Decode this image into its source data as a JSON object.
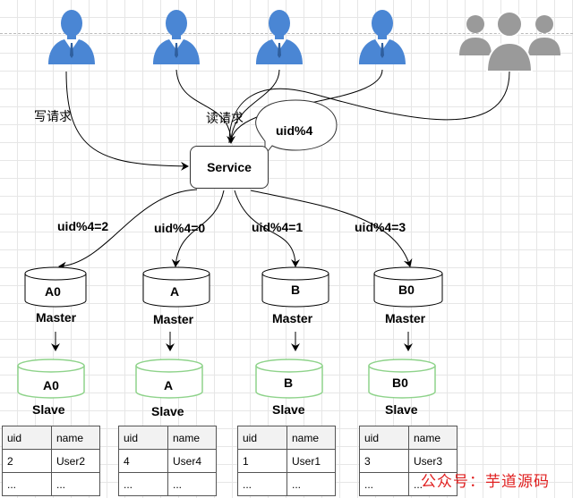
{
  "requests": {
    "write": "写请求",
    "read": "读请求"
  },
  "service": {
    "label": "Service",
    "callout": "uid%4"
  },
  "routes": [
    "uid%4=2",
    "uid%4=0",
    "uid%4=1",
    "uid%4=3"
  ],
  "masters": [
    {
      "db": "A0",
      "role": "Master"
    },
    {
      "db": "A",
      "role": "Master"
    },
    {
      "db": "B",
      "role": "Master"
    },
    {
      "db": "B0",
      "role": "Master"
    }
  ],
  "slaves": [
    {
      "db": "A0",
      "role": "Slave"
    },
    {
      "db": "A",
      "role": "Slave"
    },
    {
      "db": "B",
      "role": "Slave"
    },
    {
      "db": "B0",
      "role": "Slave"
    }
  ],
  "tables": [
    {
      "header": [
        "uid",
        "name"
      ],
      "row": [
        "2",
        "User2"
      ],
      "more": [
        "...",
        "..."
      ]
    },
    {
      "header": [
        "uid",
        "name"
      ],
      "row": [
        "4",
        "User4"
      ],
      "more": [
        "...",
        "..."
      ]
    },
    {
      "header": [
        "uid",
        "name"
      ],
      "row": [
        "1",
        "User1"
      ],
      "more": [
        "...",
        "..."
      ]
    },
    {
      "header": [
        "uid",
        "name"
      ],
      "row": [
        "3",
        "User3"
      ],
      "more": [
        "...",
        "..."
      ]
    }
  ],
  "watermark": "公众号：芋道源码",
  "colors": {
    "user": "#4a86d4",
    "group": "#9a9a9a",
    "slave_border": "#8fd38b"
  }
}
